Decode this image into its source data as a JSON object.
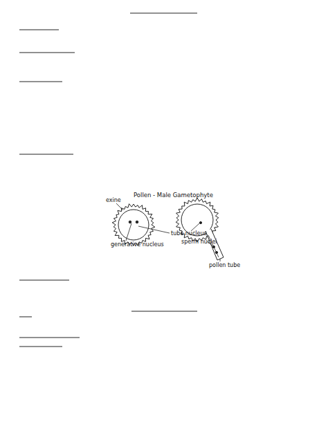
{
  "diagram": {
    "title": "Pollen - Male Gametophyte",
    "labels": [
      "exine",
      "tube nucleus",
      "generative nucleus",
      "sperm nuclei",
      "pollen tube"
    ]
  }
}
